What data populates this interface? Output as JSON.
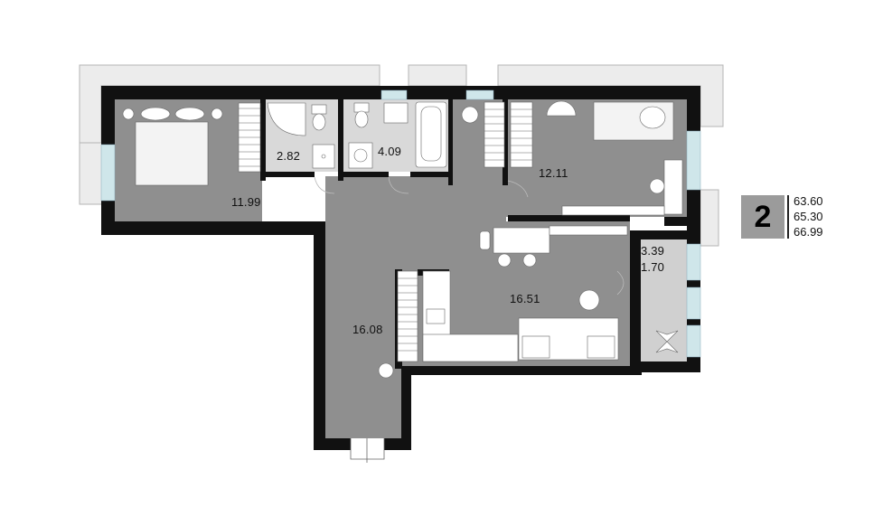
{
  "rooms": {
    "bedroom_1": "11.99",
    "bathroom": "2.82",
    "toilet": "4.09",
    "bedroom_2": "12.11",
    "loggia_a": "3.39",
    "loggia_b": "1.70",
    "living": "16.51",
    "hall": "16.08"
  },
  "legend": {
    "room_count": "2",
    "area_1": "63.60",
    "area_2": "65.30",
    "area_3": "66.99"
  },
  "colors": {
    "wall": "#111111",
    "floor": "#8f8f8f",
    "balcony": "#e6e6e6",
    "window": "#bfe0e6",
    "fixture": "#ffffff",
    "badge": "#9b9b9b"
  }
}
